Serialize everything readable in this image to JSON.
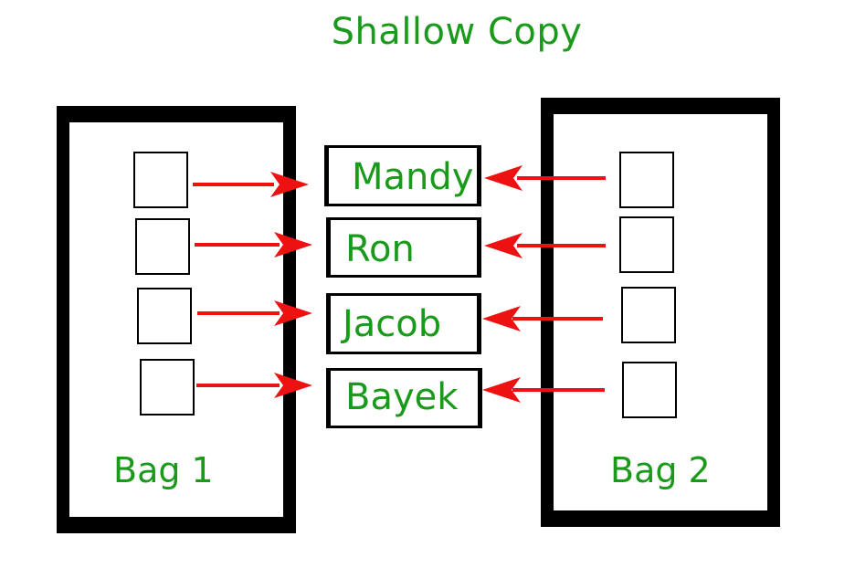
{
  "title": "Shallow Copy",
  "colors": {
    "text": "#1a9a1a",
    "arrow": "#ee1111",
    "outline": "#000000"
  },
  "bags": [
    {
      "label": "Bag 1"
    },
    {
      "label": "Bag 2"
    }
  ],
  "items": [
    {
      "name": "Mandy"
    },
    {
      "name": "Ron"
    },
    {
      "name": "Jacob"
    },
    {
      "name": "Bayek"
    }
  ]
}
